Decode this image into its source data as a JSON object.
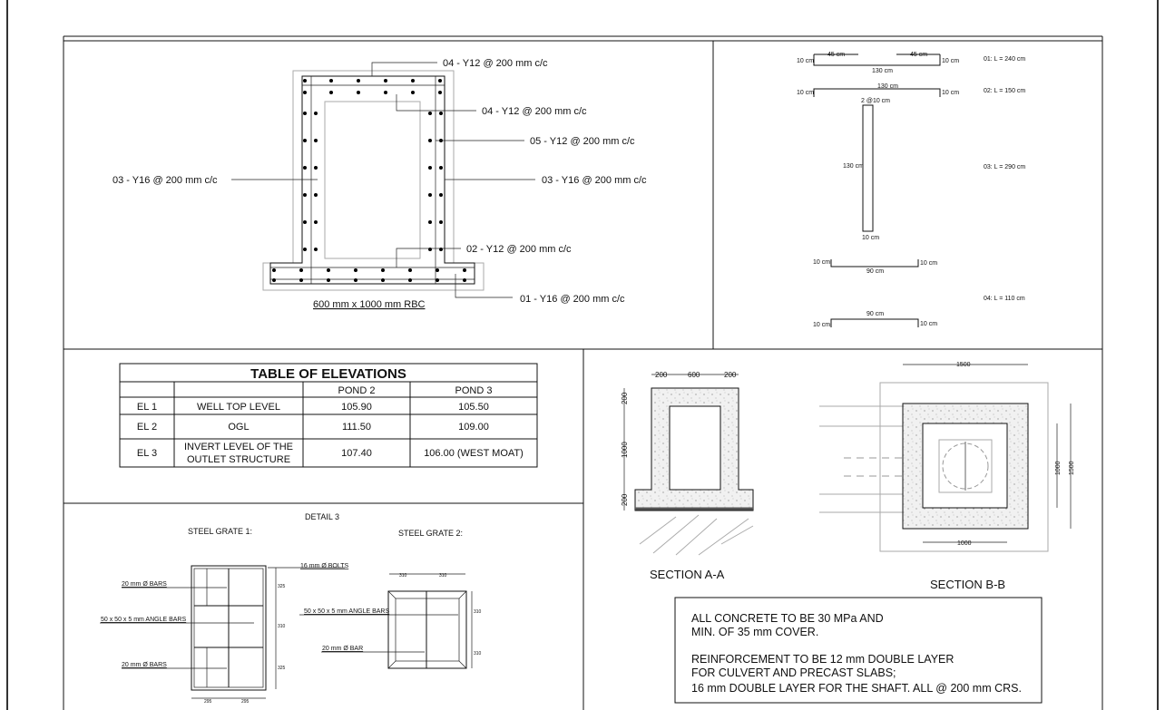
{
  "rbc_section": {
    "title": "600 mm x 1000 mm RBC",
    "labels": {
      "top": "04 - Y12 @ 200 mm c/c",
      "top_inner": "04 - Y12 @ 200 mm c/c",
      "right_inner": "05 - Y12 @ 200 mm c/c",
      "right": "03 - Y16 @ 200 mm c/c",
      "left": "03 - Y16 @ 200 mm c/c",
      "base_top": "02 - Y12 @ 200 mm c/c",
      "base_bottom": "01 - Y16 @ 200 mm c/c"
    }
  },
  "bar_schedule": {
    "b01": {
      "d1": "45 cm",
      "d2": "45 cm",
      "d3": "10 cm",
      "d4": "10 cm",
      "d5": "130 cm",
      "len": "01: L = 240 cm"
    },
    "b02": {
      "d1": "130 cm",
      "d2": "10 cm",
      "d3": "10 cm",
      "len": "02: L = 150 cm"
    },
    "b03": {
      "d1": "2 @10 cm",
      "d2": "130 cm",
      "d3": "10 cm",
      "len": "03: L = 290 cm"
    },
    "b04a": {
      "d1": "10 cm",
      "d2": "10 cm",
      "d3": "90 cm"
    },
    "b04": {
      "len": "04: L = 110 cm"
    },
    "b04b": {
      "d1": "90 cm",
      "d2": "10 cm",
      "d3": "10 cm"
    }
  },
  "elevations": {
    "title": "TABLE OF ELEVATIONS",
    "headers": [
      "",
      "",
      "POND 2",
      "POND 3"
    ],
    "rows": [
      {
        "id": "EL 1",
        "desc": "WELL TOP LEVEL",
        "p2": "105.90",
        "p3": "105.50"
      },
      {
        "id": "EL 2",
        "desc": "OGL",
        "p2": "111.50",
        "p3": "109.00"
      },
      {
        "id": "EL 3",
        "desc1": "INVERT LEVEL OF THE",
        "desc2": "OUTLET STRUCTURE",
        "p2": "107.40",
        "p3": "106.00 (WEST MOAT)"
      }
    ]
  },
  "detail3": {
    "title": "DETAIL 3",
    "grate1": {
      "title": "STEEL GRATE 1:",
      "bars1": "20 mm Ø BARS",
      "angle": "50 x 50 x 5 mm ANGLE BARS",
      "bars2": "20 mm Ø BARS",
      "bolts": "16 mm Ø BOLTS",
      "dims": [
        "325",
        "310",
        "325",
        "295",
        "295"
      ]
    },
    "grate2": {
      "title": "STEEL GRATE 2:",
      "angle": "50 x 50 x 5 mm ANGLE BARS",
      "bar": "20 mm Ø BAR",
      "dims": [
        "310",
        "310",
        "310",
        "310"
      ]
    }
  },
  "section_aa": {
    "title": "SECTION A-A",
    "dims": [
      "200",
      "600",
      "200",
      "200",
      "1000",
      "200"
    ]
  },
  "section_bb": {
    "title": "SECTION B-B",
    "dims": [
      "1500",
      "1000",
      "1000",
      "1500"
    ]
  },
  "notes": {
    "l1": "ALL CONCRETE TO BE 30 MPa AND",
    "l2": "MIN. OF 35 mm COVER.",
    "l3": "REINFORCEMENT TO BE 12 mm DOUBLE LAYER",
    "l4": "FOR CULVERT AND PRECAST SLABS;",
    "l5": "16 mm DOUBLE LAYER FOR THE SHAFT. ALL @ 200 mm CRS."
  }
}
